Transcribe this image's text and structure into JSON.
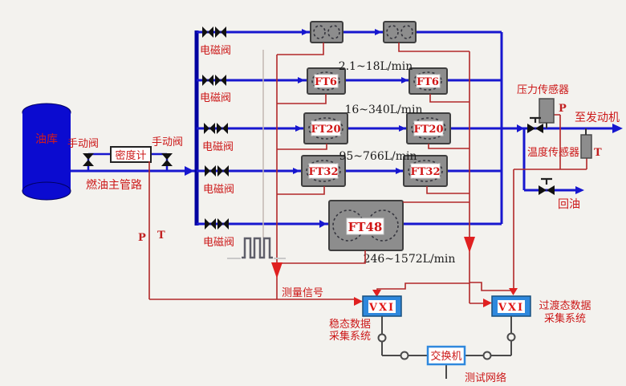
{
  "colors": {
    "pipe_blue": "#1717cf",
    "main_navy": "#0202a0",
    "signal_red": "#b22828",
    "label_red": "#cc1818",
    "meter_gray": "#8d8d8d",
    "vxi_blue": "#2f88dd",
    "background": "#f3f2ee"
  },
  "tank": {
    "label": "油库"
  },
  "supply": {
    "manual_valve_1": "手动阀",
    "manual_valve_2": "手动阀",
    "density_meter": "密度计",
    "main_pipe": "燃油主管路",
    "p": "P",
    "t": "T"
  },
  "branches": [
    {
      "valve_label": "电磁阀"
    },
    {
      "valve_label": "电磁阀",
      "meter": "FT6",
      "range": "2.1~18L/min"
    },
    {
      "valve_label": "电磁阀",
      "meter": "FT20",
      "range": "16~340L/min"
    },
    {
      "valve_label": "电磁阀",
      "meter": "FT32",
      "range": "95~766L/min"
    },
    {
      "valve_label": "电磁阀",
      "meter": "FT48",
      "range": "246~1572L/min"
    }
  ],
  "outlet": {
    "pressure_sensor": "压力传感器",
    "p": "P",
    "to_engine": "至发动机",
    "temperature_sensor": "温度传感器",
    "t": "T",
    "oil_return": "回油"
  },
  "signal": {
    "measurement": "测量信号"
  },
  "daq": {
    "vxi": "VXI",
    "steady_line1": "稳态数据",
    "steady_line2": "采集系统",
    "transient_line1": "过渡态数据",
    "transient_line2": "采集系统",
    "switch": "交换机",
    "network": "测试网络"
  }
}
